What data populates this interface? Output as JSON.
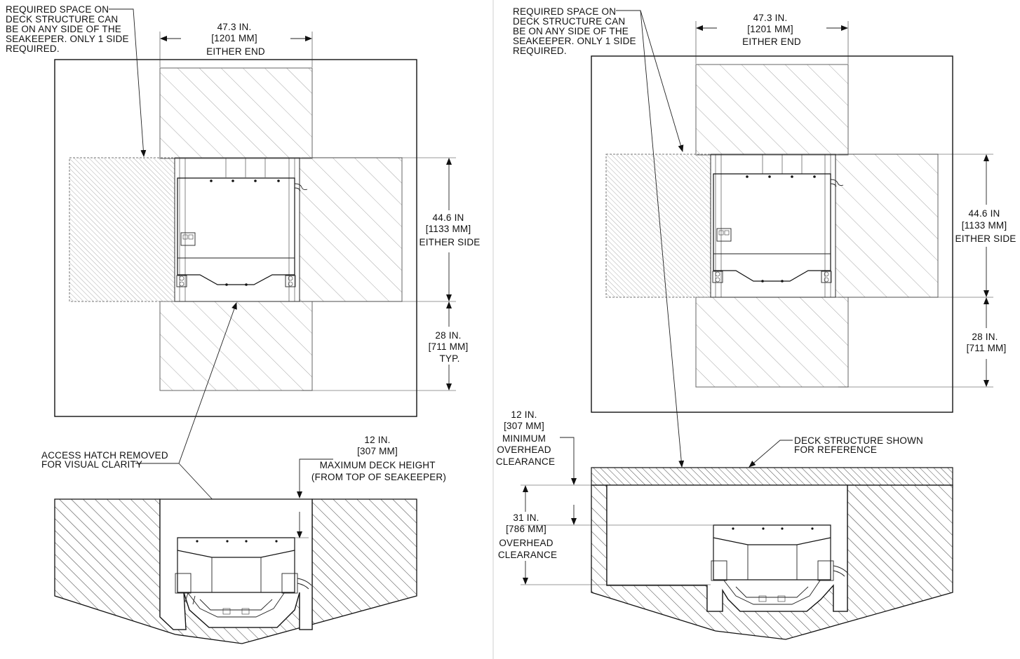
{
  "left_view": {
    "required_space_note": [
      "REQUIRED SPACE ON",
      "DECK STRUCTURE CAN",
      "BE ON ANY SIDE OF THE",
      "SEAKEEPER. ONLY 1 SIDE",
      "REQUIRED."
    ],
    "end_dim": [
      "47.3 IN.",
      "[1201 MM]",
      "EITHER END"
    ],
    "side_dim": [
      "44.6 IN",
      "[1133 MM]",
      "EITHER SIDE"
    ],
    "typ_dim": [
      "28 IN.",
      "[711 MM]",
      "TYP."
    ],
    "hatch_note": [
      "ACCESS HATCH REMOVED",
      "FOR VISUAL CLARITY"
    ],
    "deck_height_note": [
      "12 IN.",
      "[307 MM]",
      "MAXIMUM DECK HEIGHT",
      "(FROM TOP OF SEAKEEPER)"
    ]
  },
  "right_view": {
    "required_space_note": [
      "REQUIRED SPACE ON",
      "DECK STRUCTURE CAN",
      "BE ON ANY SIDE OF THE",
      "SEAKEEPER. ONLY 1 SIDE",
      "REQUIRED."
    ],
    "end_dim": [
      "47.3 IN.",
      "[1201 MM]",
      "EITHER END"
    ],
    "side_dim": [
      "44.6 IN",
      "[1133 MM]",
      "EITHER SIDE"
    ],
    "typ_dim": [
      "28 IN.",
      "[711 MM]"
    ],
    "min_overhead_note": [
      "12 IN.",
      "[307 MM]",
      "MINIMUM",
      "OVERHEAD",
      "CLEARANCE"
    ],
    "overhead_note": [
      "31 IN.",
      "[786 MM]",
      "OVERHEAD",
      "CLEARANCE"
    ],
    "deck_note": [
      "DECK STRUCTURE SHOWN",
      "FOR REFERENCE"
    ]
  }
}
